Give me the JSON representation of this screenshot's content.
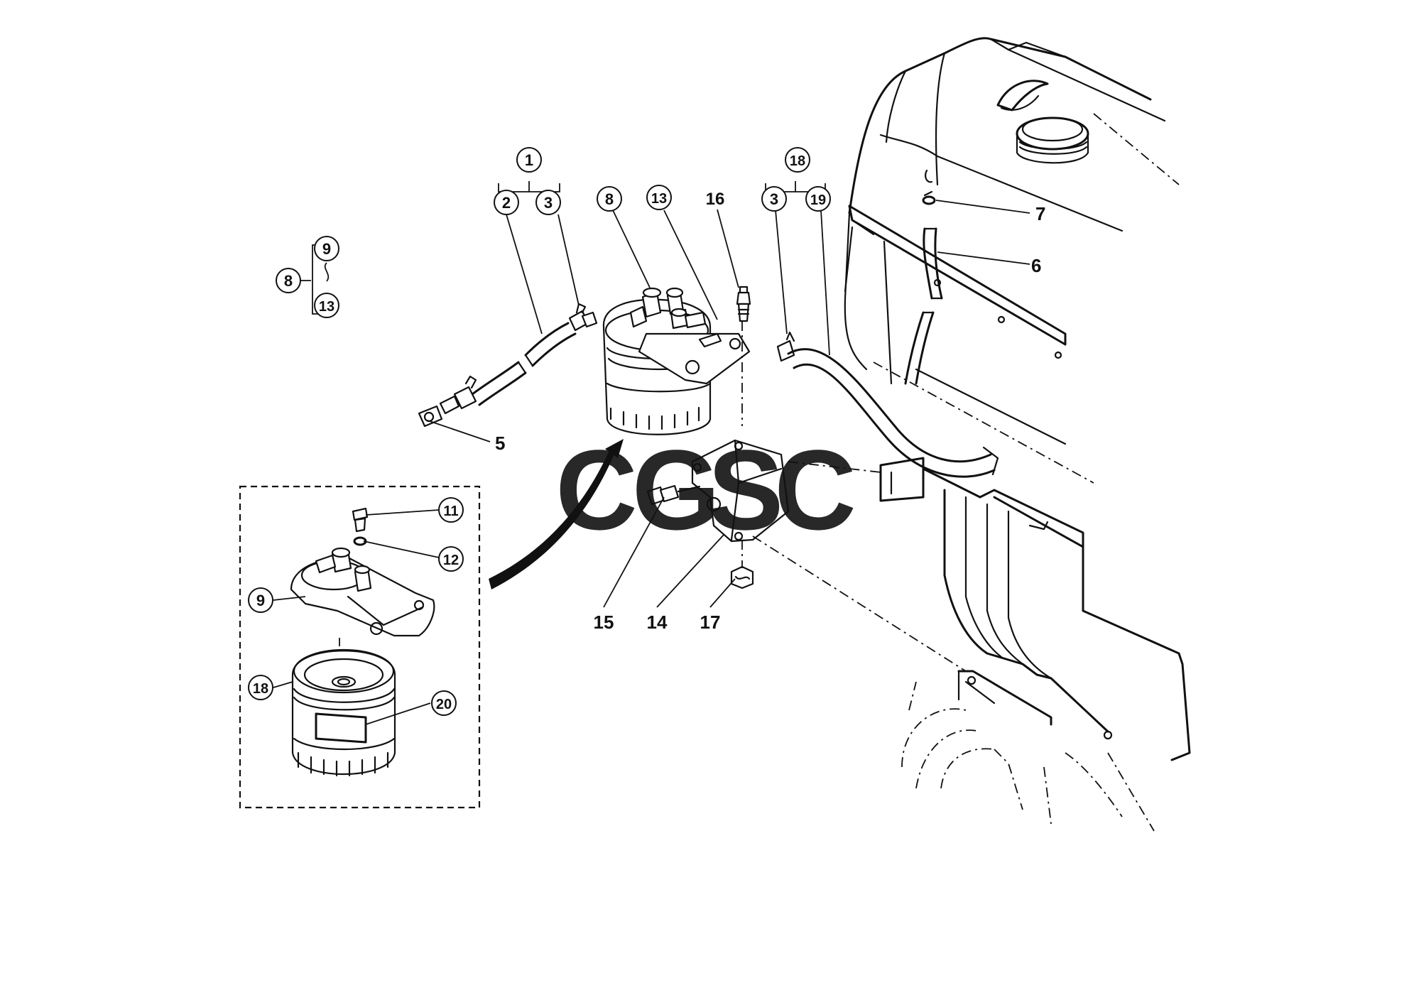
{
  "watermark": {
    "letters": [
      "C",
      "G",
      "S",
      "C"
    ],
    "colors": [
      "#7aa7f2",
      "#ee8a7e",
      "#f3d36a",
      "#74c29a"
    ]
  },
  "callouts": {
    "c1": "1",
    "c2": "2",
    "c3a": "3",
    "c8": "8",
    "c13": "13",
    "c16": "16",
    "c18": "18",
    "c3b": "3",
    "c19": "19",
    "c7": "7",
    "c6": "6",
    "c5": "5",
    "c15": "15",
    "c14": "14",
    "c17": "17",
    "g8": "8",
    "g9": "9",
    "g13": "13",
    "d11": "11",
    "d12": "12",
    "d9": "9",
    "d18": "18",
    "d20": "20"
  }
}
